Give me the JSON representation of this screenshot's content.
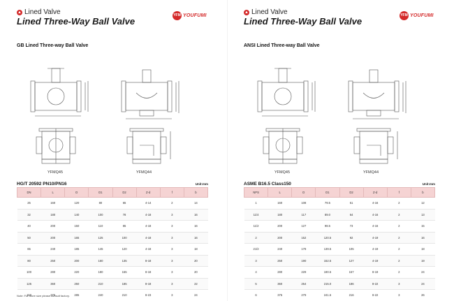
{
  "left": {
    "brand": "Lined Valve",
    "title": "Lined Three-Way Ball Valve",
    "logo_text": "YOUFUMI",
    "section_title": "GB Lined Three-way Ball Valve",
    "model_a": "YFMQ45",
    "model_b": "YFMQ44",
    "standard": "HG/T 20592 PN10/PN16",
    "unit": "Unit:mm",
    "headers": [
      "DN",
      "L",
      "D",
      "D1",
      "D2",
      "Z-d",
      "f",
      "b"
    ],
    "rows": [
      [
        "25",
        "160",
        "120",
        "80",
        "65",
        "4-14",
        "2",
        "14"
      ],
      [
        "32",
        "180",
        "140",
        "100",
        "78",
        "4-18",
        "3",
        "16"
      ],
      [
        "40",
        "200",
        "150",
        "110",
        "85",
        "4-18",
        "3",
        "16"
      ],
      [
        "50",
        "200",
        "165",
        "125",
        "100",
        "4-18",
        "3",
        "16"
      ],
      [
        "65",
        "240",
        "185",
        "145",
        "120",
        "4-18",
        "3",
        "18"
      ],
      [
        "80",
        "250",
        "200",
        "160",
        "135",
        "8-18",
        "3",
        "20"
      ],
      [
        "100",
        "280",
        "220",
        "180",
        "155",
        "8-18",
        "3",
        "20"
      ],
      [
        "125",
        "360",
        "250",
        "210",
        "185",
        "8-18",
        "3",
        "22"
      ],
      [
        "150",
        "375",
        "285",
        "240",
        "210",
        "8-23",
        "3",
        "24"
      ]
    ],
    "note": "Note: For more size please consult factory."
  },
  "right": {
    "brand": "Lined Valve",
    "title": "Lined Three-Way Ball Valve",
    "logo_text": "YOUFUMI",
    "section_title": "ANSI Lined Three-way Ball Valve",
    "model_a": "YFMQ45",
    "model_b": "YFMQ44",
    "standard": "ASME B16.5 Class150",
    "unit": "Unit:mm",
    "headers": [
      "NPS",
      "L",
      "D",
      "D1",
      "D2",
      "Z-d",
      "f",
      "b"
    ],
    "rows": [
      [
        "1",
        "160",
        "108",
        "79.5",
        "51",
        "4-16",
        "2",
        "12"
      ],
      [
        "11/4",
        "180",
        "117",
        "89.0",
        "64",
        "4-16",
        "2",
        "13"
      ],
      [
        "11/2",
        "200",
        "127",
        "98.5",
        "73",
        "4-16",
        "2",
        "15"
      ],
      [
        "2",
        "200",
        "152",
        "120.5",
        "92",
        "4-19",
        "2",
        "16"
      ],
      [
        "21/2",
        "240",
        "178",
        "139.5",
        "105",
        "4-19",
        "2",
        "18"
      ],
      [
        "3",
        "250",
        "190",
        "152.5",
        "127",
        "4-19",
        "2",
        "19"
      ],
      [
        "4",
        "280",
        "229",
        "190.5",
        "157",
        "8-19",
        "2",
        "24"
      ],
      [
        "5",
        "360",
        "254",
        "215.0",
        "186",
        "8-22",
        "3",
        "24"
      ],
      [
        "6",
        "375",
        "279",
        "241.5",
        "216",
        "8-22",
        "3",
        "26"
      ]
    ]
  },
  "colors": {
    "accent": "#d42a2a",
    "table_header": "#f5d3d3"
  }
}
